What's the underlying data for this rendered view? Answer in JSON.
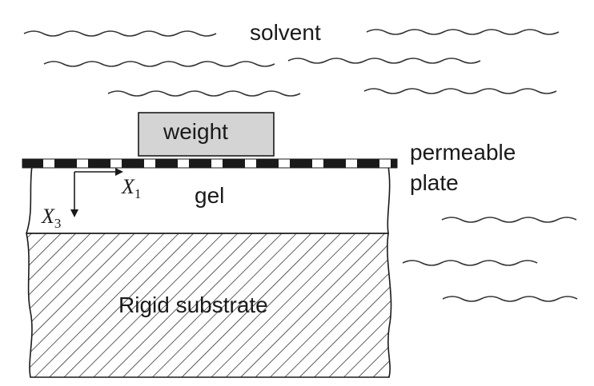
{
  "labels": {
    "solvent": "solvent",
    "weight": "weight",
    "permeable_line1": "permeable",
    "permeable_line2": "plate",
    "gel": "gel",
    "substrate": "Rigid substrate"
  },
  "axes": {
    "x1_letter": "X",
    "x1_sub": "1",
    "x3_letter": "X",
    "x3_sub": "3"
  },
  "colors": {
    "weight_fill": "#d4d4d4",
    "stroke": "#1a1a1a",
    "plate": "#1a1a1a"
  }
}
